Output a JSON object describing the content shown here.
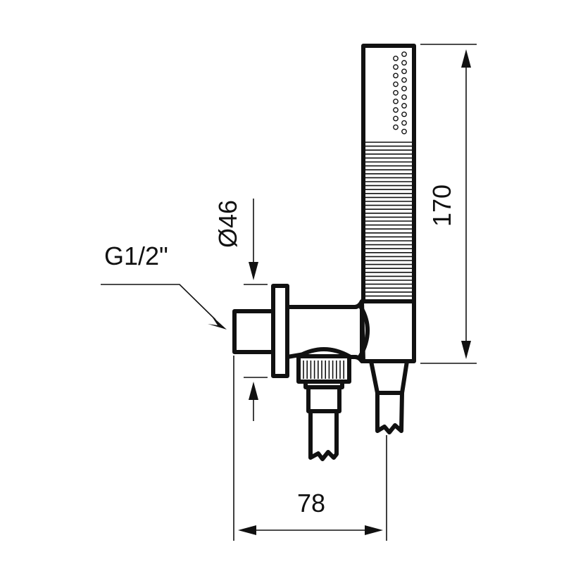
{
  "drawing": {
    "title": "Shower handset with wall outlet and holder - technical drawing",
    "units": "mm",
    "colors": {
      "line": "#111111",
      "background": "#ffffff"
    },
    "dimensions": {
      "thread": {
        "label": "G1/2\""
      },
      "diameter": {
        "label": "Ø46",
        "value": 46
      },
      "height": {
        "label": "170",
        "value": 170
      },
      "depth": {
        "label": "78",
        "value": 78
      }
    },
    "components": [
      {
        "name": "wall-thread-connector"
      },
      {
        "name": "wall-flange"
      },
      {
        "name": "outlet-body"
      },
      {
        "name": "knurled-hose-nut"
      },
      {
        "name": "hose-left"
      },
      {
        "name": "handset-holder"
      },
      {
        "name": "hose-right"
      },
      {
        "name": "hand-shower"
      }
    ]
  }
}
